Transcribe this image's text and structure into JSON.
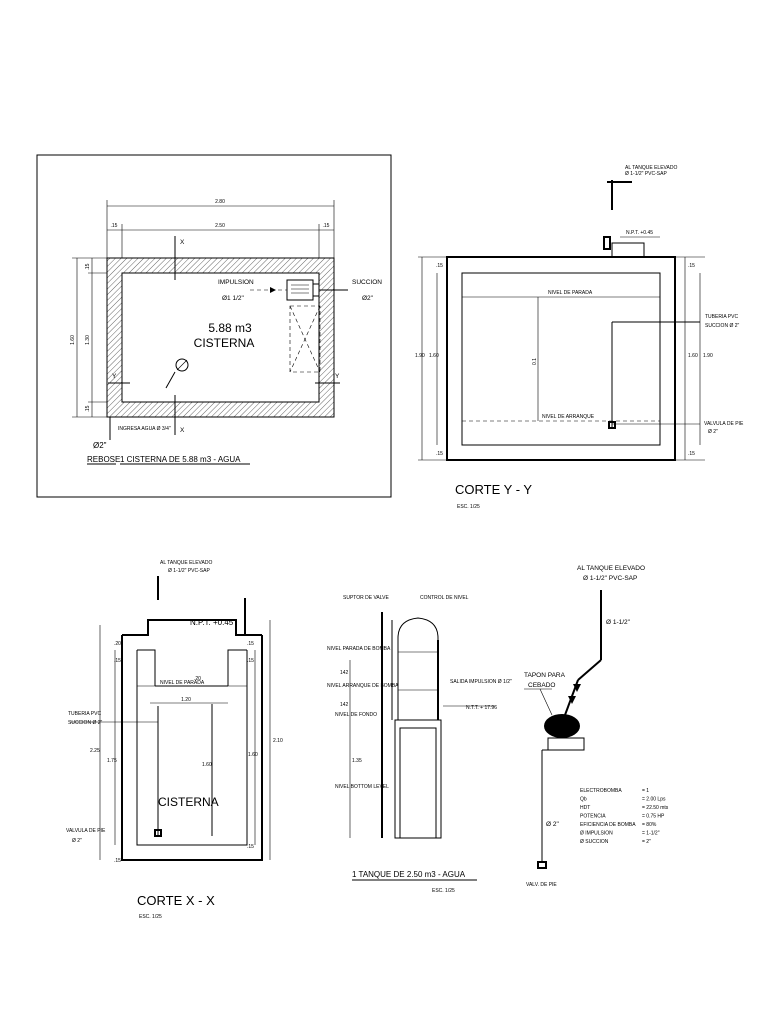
{
  "plan": {
    "dim_total": "2.80",
    "dim_inner": "2.50",
    "dim_wall": ".15",
    "dim_h1": "1.60",
    "dim_h2": "1.30",
    "dim_h3": ".15",
    "impulsion_label": "IMPULSION",
    "impulsion_dia": "Ø1 1/2\"",
    "succion_label": "SUCCION",
    "succion_dia": "Ø2\"",
    "volume": "5.88 m3",
    "name": "CISTERNA",
    "cut_x": "X",
    "cut_y": "Y",
    "ingresa": "INGRESA AGUA Ø 3/4\"",
    "rebose_dia": "Ø2\"",
    "rebose": "REBOSE",
    "caption": "1 CISTERNA  DE 5.88 m3 - AGUA"
  },
  "corte_yy": {
    "al_tanque": "AL TANQUE ELEVADO",
    "al_tanque_pipe": "Ø 1-1/2\" PVC-SAP",
    "npt": "N.P.T. +0.45",
    "nivel_parada": "NIVEL DE PARADA",
    "nivel_arranque": "NIVEL DE ARRANQUE",
    "tuberia": "TUBERIA PVC",
    "succion": "SUCCION Ø 2\"",
    "valvula": "VALVULA DE PIE",
    "valvula_dia": "Ø 2\"",
    "dim_top": ".15",
    "dim_bot": ".15",
    "dim_a": "1.90",
    "dim_b": "1.60",
    "dim_c": "1.60",
    "dim_d": "1.90",
    "dim_mid": "0.1",
    "title": "CORTE Y - Y",
    "scale": "ESC. 1/25"
  },
  "corte_xx": {
    "al_tanque": "AL TANQUE ELEVADO",
    "al_tanque_pipe": "Ø 1-1/2\" PVC-SAP",
    "npt": "N.P.T. +0.45",
    "nivel_parada": "NIVEL DE PARADA",
    "tuberia": "TUBERIA PVC",
    "succion": "SUCCION Ø 2\"",
    "valvula": "VALVULA DE PIE",
    "valvula_dia": "Ø 2\"",
    "name": "CISTERNA",
    "dim_20": ".20",
    "dim_15a": ".15",
    "dim_15b": ".15",
    "dim_15c": ".15",
    "dim_15d": ".15",
    "dim_20b": ".20",
    "dim_120": "1.20",
    "dim_225": "2.25",
    "dim_175": "1.75",
    "dim_160a": "1.60",
    "dim_160b": "1.60",
    "dim_210": "2.10",
    "title": "CORTE X - X",
    "scale": "ESC. 1/25"
  },
  "tanque": {
    "lbl1": "SUPTOR DE VALVE",
    "lbl2": "CONTROL DE NIVEL",
    "lbl3": "NIVEL PARADA DE BOMBA",
    "lbl4": "NIVEL ARRANQUE DE BOMBA",
    "lbl5": "NIVEL DE FONDO",
    "lbl6": "SALIDA IMPULSION Ø 1/2\"",
    "lbl7": "NIVEL BOTTOM LEVEL",
    "dim_a": "142",
    "dim_b": "142",
    "dim_c": "1.35",
    "npt": "N.T.T. + 17.96",
    "caption": "1 TANQUE  DE 2.50 m3 - AGUA",
    "scale": "ESC. 1/25"
  },
  "bomba": {
    "al_tanque": "AL TANQUE ELEVADO",
    "al_tanque_pipe": "Ø 1-1/2\" PVC-SAP",
    "dia_top": "Ø 1-1/2\"",
    "tapon": "TAPON  PARA",
    "cebado": "CEBADO",
    "dia_bottom": "Ø 2\"",
    "valv": "VALV. DE PIE",
    "specs": [
      {
        "k": "ELECTROBOMBA",
        "v": "= 1"
      },
      {
        "k": "Qb",
        "v": "= 2.00 Lps"
      },
      {
        "k": "HDT",
        "v": "= 22.50 mts"
      },
      {
        "k": "POTENCIA",
        "v": "= 0.75 HP"
      },
      {
        "k": "EFICIENCIA DE BOMBA",
        "v": "= 80%"
      },
      {
        "k": "Ø IMPULSION",
        "v": "= 1-1/2\""
      },
      {
        "k": "Ø SUCCION",
        "v": "= 2\""
      }
    ]
  }
}
